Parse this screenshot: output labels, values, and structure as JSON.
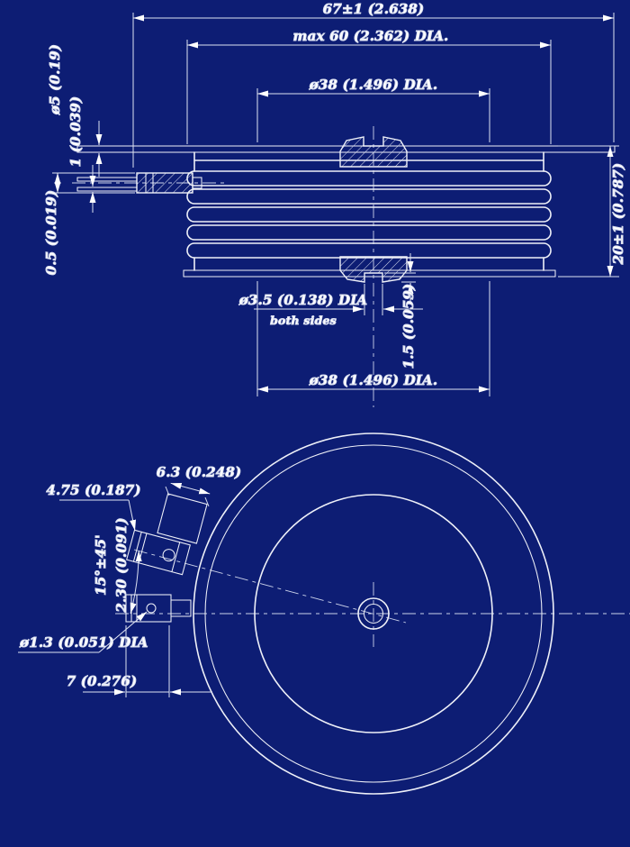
{
  "drawing": {
    "colors": {
      "background": "#0d1d74",
      "line": "#eef0f8",
      "text": "#ffffff"
    },
    "side_view": {
      "overall_width": "67±1 (2.638)",
      "max_diameter": "max 60 (2.362) DIA.",
      "top_pole_diameter": "ø38 (1.496) DIA.",
      "lead_diameter": "ø5 (0.19)",
      "flange_thickness": "1 (0.039)",
      "lead_thickness": "0.5 (0.019)",
      "height": "20±1 (0.787)",
      "center_hole_diameter": "ø3.5 (0.138) DIA",
      "center_hole_note": "both sides",
      "recess_depth": "1.5 (0.059)",
      "bottom_pole_diameter": "ø38 (1.496) DIA."
    },
    "top_view": {
      "tab_width": "6.3 (0.248)",
      "terminal_width": "4.75 (0.187)",
      "terminal_angle": "15°±45'",
      "tab_thickness": "2.30 (0.091)",
      "pin_diameter": "ø1.3 (0.051) DIA",
      "terminal_length": "7 (0.276)"
    }
  }
}
